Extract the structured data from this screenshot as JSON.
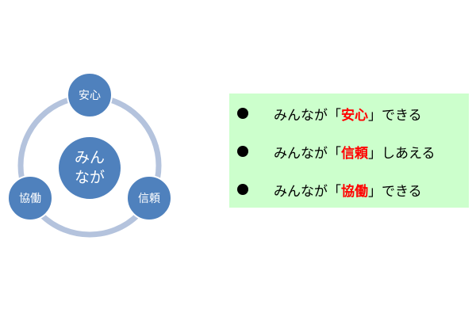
{
  "diagram": {
    "center": [
      "みん",
      "なが"
    ],
    "nodes": [
      "安心",
      "信頼",
      "協働"
    ],
    "colors": {
      "node": "#4f81bd",
      "ring": "#b4c3dd"
    }
  },
  "panel": {
    "items": [
      {
        "prefix": "みんなが「",
        "keyword": "安心",
        "suffix": "」できる"
      },
      {
        "prefix": "みんなが「",
        "keyword": "信頼",
        "suffix": "」しあえる"
      },
      {
        "prefix": "みんなが「",
        "keyword": "協働",
        "suffix": "」できる"
      }
    ],
    "background": "#ccffcc",
    "keyword_color": "#ff0000"
  }
}
